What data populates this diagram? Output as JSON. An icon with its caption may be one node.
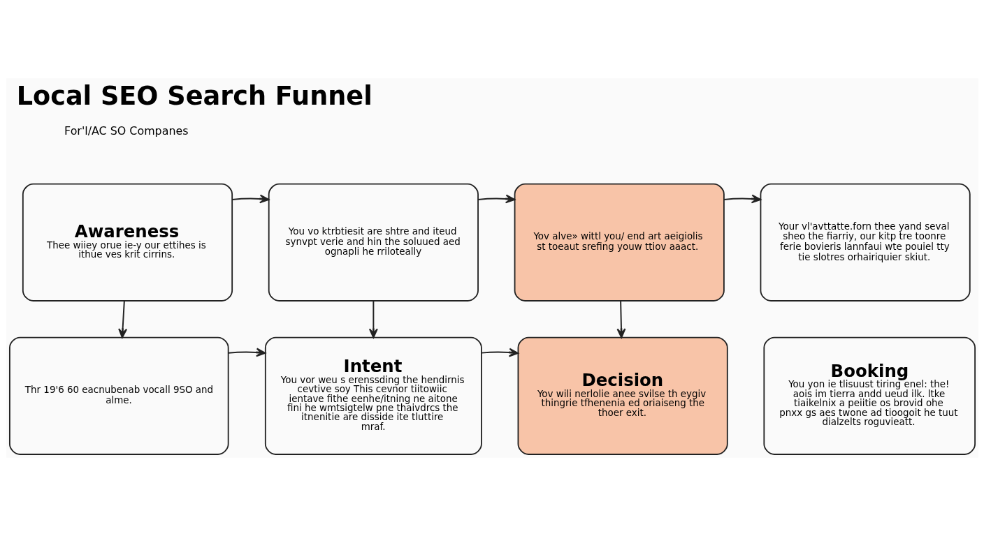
{
  "diagram": {
    "title": "Local SEO Search Funnel",
    "nodes": [
      {
        "text": [
          "Awareness",
          "Thee wiiey orue ie-y our ettihes is ithue ves krit cirrins."
        ]
      },
      {
        "text": [
          "You vo ktrbtiesit are shtre and iteud synvpt verie and hin the soluued aed ognapli he rriloteally"
        ]
      },
      {
        "text": [
          "Yov alve» wittl you/ end art aeigiolis st toeaut srefing youw ttiov aaact."
        ]
      },
      {
        "text": [
          "Your vl'avttatte.forn thee yand seval sheo the fiarriy, our kitp tre toonre ferie bovieris lannfaui wte pouiel tty tie slotres orhairiquier skiut."
        ]
      },
      {
        "text": [
          "Thr 19'6 60 eacnubenab vocall 9SO and alme."
        ]
      },
      {
        "text": [
          "Intent",
          "You vor weu s erenssding the hendirnis cevtive soy This cevnor tiitowiic ientave fithe eenhe/itning ne aitone fini he wmtsigtelw pne thaivdrcs the itnenitie are disside ite tluttire mraf."
        ]
      },
      {
        "text": [
          "Decision",
          "Yov wili nerlolie anee svilse th eygiv thingrie tfhenenia ed oriaiseng the thoer exit."
        ]
      },
      {
        "text": [
          "Booking",
          "You yon ie tlisuust tiring enel: the! aois im tierra andd ueud ilk. ltke tiaikelnix a peiitie os brovid ohe pnxx gs aes twone ad tioogoit he tuut dialzelts roguvieatt."
        ]
      }
    ],
    "edges": [
      {
        "from": 0,
        "to": 1,
        "arrow": "to"
      },
      {
        "from": 1,
        "to": 2,
        "arrow": "to"
      },
      {
        "from": 2,
        "to": 3,
        "arrow": "to"
      },
      {
        "from": 0,
        "to": 4,
        "arrow": "to"
      },
      {
        "from": 1,
        "to": 5,
        "arrow": "to"
      },
      {
        "from": 2,
        "to": 6,
        "arrow": "to"
      },
      {
        "from": 4,
        "to": 5,
        "arrow": "to"
      },
      {
        "from": 5,
        "to": 6,
        "arrow": "to"
      }
    ],
    "labels": [
      "For'l/AC SO Companes"
    ]
  }
}
